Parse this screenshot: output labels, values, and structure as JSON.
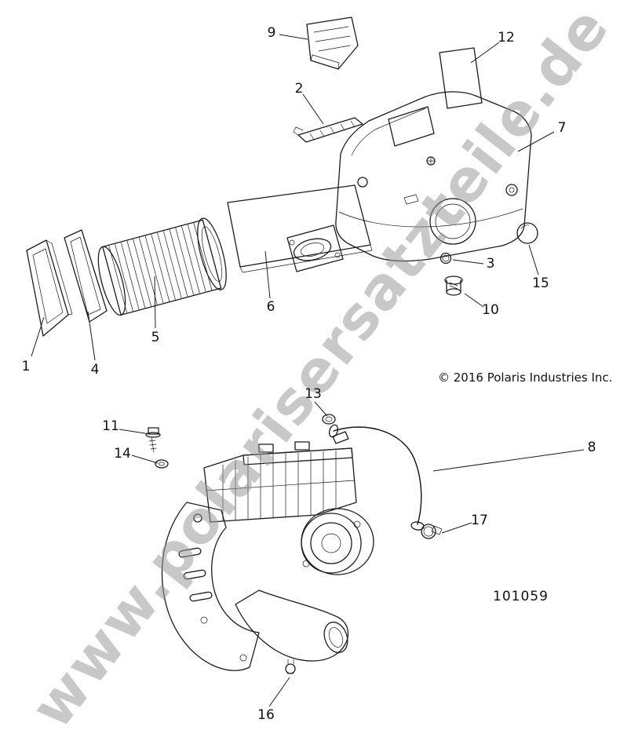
{
  "diagram": {
    "watermark": "www.polarisersatzteile.de",
    "copyright": "© 2016 Polaris Industries Inc.",
    "drawing_number": "101059",
    "callouts": {
      "c1": "1",
      "c2": "2",
      "c3": "3",
      "c4": "4",
      "c5": "5",
      "c6": "6",
      "c7": "7",
      "c8": "8",
      "c9": "9",
      "c10": "10",
      "c11": "11",
      "c12": "12",
      "c13": "13",
      "c14": "14",
      "c15": "15",
      "c16": "16",
      "c17": "17"
    }
  }
}
